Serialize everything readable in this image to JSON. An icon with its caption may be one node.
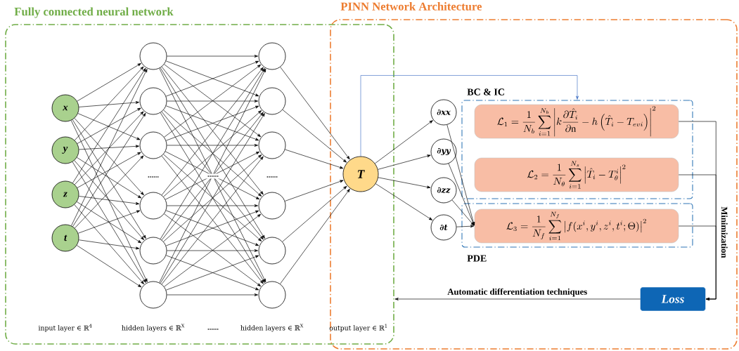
{
  "diagram": {
    "nodes": [
      {
        "text": [
          "Fully connected neural network"
        ]
      },
      {
        "text": [
          "PINN Network Architecture"
        ]
      },
      {
        "text": [
          "x"
        ],
        "in": 0
      },
      {
        "text": [
          "y"
        ],
        "in": 0
      },
      {
        "text": [
          "z"
        ],
        "in": 0
      },
      {
        "text": [
          "t"
        ],
        "in": 0
      },
      {
        "text": [],
        "shape": "circle",
        "in": 0
      },
      {
        "text": [],
        "shape": "circle",
        "in": 0
      },
      {
        "text": [],
        "shape": "circle",
        "in": 0
      },
      {
        "text": [],
        "shape": "circle",
        "in": 0
      },
      {
        "text": [],
        "shape": "circle",
        "in": 0
      },
      {
        "text": [],
        "shape": "circle",
        "in": 0
      },
      {
        "text": [],
        "shape": "circle",
        "in": 0
      },
      {
        "text": [],
        "shape": "circle",
        "in": 0
      },
      {
        "text": [],
        "shape": "circle",
        "in": 0
      },
      {
        "text": [],
        "shape": "circle",
        "in": 0
      },
      {
        "text": [],
        "shape": "circle",
        "in": 0
      },
      {
        "text": [],
        "shape": "circle",
        "in": 0
      },
      {
        "text": [
          "T"
        ]
      },
      {
        "text": [
          "∂xx"
        ],
        "in": 1
      },
      {
        "text": [
          "∂yy"
        ],
        "in": 1
      },
      {
        "text": [
          "∂zz"
        ],
        "in": 1
      },
      {
        "text": [
          "∂t"
        ],
        "in": 1
      },
      {
        "text": [
          "BC & IC"
        ],
        "in": 1
      },
      {
        "text": [
          "PDE"
        ],
        "in": 1
      },
      {
        "text": [
          "\\mathcal{L}_1=\\frac{1}{N_b}\\sum_{i=1}^{N_b}\\left|k\\frac{\\partial\\hat{T}_i}{\\partial\\mathrm{n}}-h\\left(\\hat{T}_i-T_{evi}\\right)\\right|^2"
        ],
        "in": 23
      },
      {
        "text": [
          "\\mathcal{L}_2=\\frac{1}{N_\\theta}\\sum_{i=1}^{N_s}\\left|\\hat{T}_i-T_\\theta^i\\right|^2"
        ],
        "in": 23
      },
      {
        "text": [
          "\\mathcal{L}_3=\\frac{1}{N_f}\\sum_{i=1}^{N_f}\\left|f(x^i,y^i,z^i,t^i;\\Theta)\\right|^2"
        ],
        "in": 24
      },
      {
        "text": [
          "Loss"
        ],
        "in": 1
      }
    ],
    "edges": [
      {
        "from": 2,
        "to": 6,
        "arrow": "to"
      },
      {
        "from": 2,
        "to": 7,
        "arrow": "to"
      },
      {
        "from": 2,
        "to": 8,
        "arrow": "to"
      },
      {
        "from": 2,
        "to": 9,
        "arrow": "to"
      },
      {
        "from": 2,
        "to": 10,
        "arrow": "to"
      },
      {
        "from": 2,
        "to": 11,
        "arrow": "to"
      },
      {
        "from": 3,
        "to": 6,
        "arrow": "to"
      },
      {
        "from": 3,
        "to": 7,
        "arrow": "to"
      },
      {
        "from": 3,
        "to": 8,
        "arrow": "to"
      },
      {
        "from": 3,
        "to": 9,
        "arrow": "to"
      },
      {
        "from": 3,
        "to": 10,
        "arrow": "to"
      },
      {
        "from": 3,
        "to": 11,
        "arrow": "to"
      },
      {
        "from": 4,
        "to": 6,
        "arrow": "to"
      },
      {
        "from": 4,
        "to": 7,
        "arrow": "to"
      },
      {
        "from": 4,
        "to": 8,
        "arrow": "to"
      },
      {
        "from": 4,
        "to": 9,
        "arrow": "to"
      },
      {
        "from": 4,
        "to": 10,
        "arrow": "to"
      },
      {
        "from": 4,
        "to": 11,
        "arrow": "to"
      },
      {
        "from": 5,
        "to": 6,
        "arrow": "to"
      },
      {
        "from": 5,
        "to": 7,
        "arrow": "to"
      },
      {
        "from": 5,
        "to": 8,
        "arrow": "to"
      },
      {
        "from": 5,
        "to": 9,
        "arrow": "to"
      },
      {
        "from": 5,
        "to": 10,
        "arrow": "to"
      },
      {
        "from": 5,
        "to": 11,
        "arrow": "to"
      },
      {
        "from": 6,
        "to": 12,
        "arrow": "to"
      },
      {
        "from": 6,
        "to": 13,
        "arrow": "to"
      },
      {
        "from": 6,
        "to": 14,
        "arrow": "to"
      },
      {
        "from": 6,
        "to": 15,
        "arrow": "to"
      },
      {
        "from": 6,
        "to": 16,
        "arrow": "to"
      },
      {
        "from": 6,
        "to": 17,
        "arrow": "to"
      },
      {
        "from": 7,
        "to": 12,
        "arrow": "to"
      },
      {
        "from": 7,
        "to": 13,
        "arrow": "to"
      },
      {
        "from": 7,
        "to": 14,
        "arrow": "to"
      },
      {
        "from": 7,
        "to": 15,
        "arrow": "to"
      },
      {
        "from": 7,
        "to": 16,
        "arrow": "to"
      },
      {
        "from": 7,
        "to": 17,
        "arrow": "to"
      },
      {
        "from": 8,
        "to": 12,
        "arrow": "to"
      },
      {
        "from": 8,
        "to": 13,
        "arrow": "to"
      },
      {
        "from": 8,
        "to": 14,
        "arrow": "to"
      },
      {
        "from": 8,
        "to": 15,
        "arrow": "to"
      },
      {
        "from": 8,
        "to": 16,
        "arrow": "to"
      },
      {
        "from": 8,
        "to": 17,
        "arrow": "to"
      },
      {
        "from": 9,
        "to": 12,
        "arrow": "to"
      },
      {
        "from": 9,
        "to": 13,
        "arrow": "to"
      },
      {
        "from": 9,
        "to": 14,
        "arrow": "to"
      },
      {
        "from": 9,
        "to": 15,
        "arrow": "to"
      },
      {
        "from": 9,
        "to": 16,
        "arrow": "to"
      },
      {
        "from": 9,
        "to": 17,
        "arrow": "to"
      },
      {
        "from": 10,
        "to": 12,
        "arrow": "to"
      },
      {
        "from": 10,
        "to": 13,
        "arrow": "to"
      },
      {
        "from": 10,
        "to": 14,
        "arrow": "to"
      },
      {
        "from": 10,
        "to": 15,
        "arrow": "to"
      },
      {
        "from": 10,
        "to": 16,
        "arrow": "to"
      },
      {
        "from": 10,
        "to": 17,
        "arrow": "to"
      },
      {
        "from": 11,
        "to": 12,
        "arrow": "to"
      },
      {
        "from": 11,
        "to": 13,
        "arrow": "to"
      },
      {
        "from": 11,
        "to": 14,
        "arrow": "to"
      },
      {
        "from": 11,
        "to": 15,
        "arrow": "to"
      },
      {
        "from": 11,
        "to": 16,
        "arrow": "to"
      },
      {
        "from": 11,
        "to": 17,
        "arrow": "to"
      },
      {
        "from": 12,
        "to": 18,
        "arrow": "to"
      },
      {
        "from": 13,
        "to": 18,
        "arrow": "to"
      },
      {
        "from": 14,
        "to": 18,
        "arrow": "to"
      },
      {
        "from": 15,
        "to": 18,
        "arrow": "to"
      },
      {
        "from": 16,
        "to": 18,
        "arrow": "to"
      },
      {
        "from": 17,
        "to": 18,
        "arrow": "to"
      },
      {
        "from": 18,
        "to": 19,
        "arrow": "to"
      },
      {
        "from": 18,
        "to": 20,
        "arrow": "to"
      },
      {
        "from": 18,
        "to": 21,
        "arrow": "to"
      },
      {
        "from": 18,
        "to": 22,
        "arrow": "to"
      },
      {
        "from": 19,
        "to": 27,
        "arrow": "to"
      },
      {
        "from": 20,
        "to": 27,
        "arrow": "to"
      },
      {
        "from": 21,
        "to": 27,
        "arrow": "to"
      },
      {
        "from": 22,
        "to": 27,
        "arrow": "to"
      },
      {
        "from": 18,
        "to": 23,
        "arrow": "to",
        "color": "#4472c4"
      },
      {
        "from": 25,
        "to": 28,
        "arrow": "to"
      },
      {
        "from": 26,
        "to": 28,
        "arrow": "to"
      },
      {
        "from": 27,
        "to": 28,
        "arrow": "to",
        "label": "Minimization"
      },
      {
        "from": 28,
        "to": 0,
        "arrow": "to",
        "label": "Automatic differentiation techniques"
      }
    ],
    "labels": [
      "......",
      "......",
      "......",
      "input layer ∈ ℝ$^{4}$",
      "hidden layers ∈ ℝ$^{X}$",
      "......",
      "hidden layers ∈ ℝ$^{X}$",
      "output layer ∈ ℝ$^{1}$"
    ]
  }
}
